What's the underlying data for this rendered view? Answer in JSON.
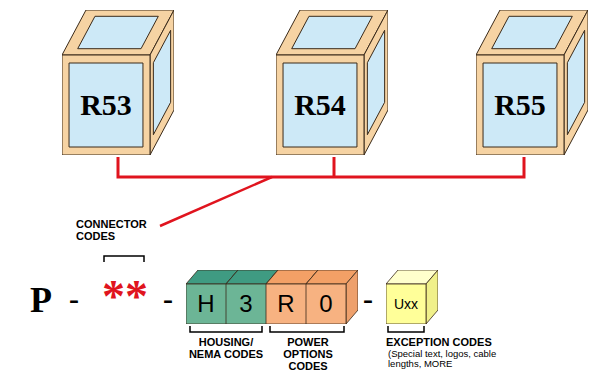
{
  "diagram": {
    "nodes": [
      {
        "text": [
          "R53"
        ]
      },
      {
        "text": [
          "R54"
        ]
      },
      {
        "text": [
          "R55"
        ]
      },
      {
        "text": [
          "H"
        ]
      },
      {
        "text": [
          "3"
        ]
      },
      {
        "text": [
          "R"
        ]
      },
      {
        "text": [
          "0"
        ]
      },
      {
        "text": [
          "Uxx"
        ]
      }
    ],
    "labels": [
      "CONNECTOR CODES",
      "P",
      "-",
      "**",
      "-",
      "HOUSING/ NEMA CODES",
      "POWER OPTIONS CODES",
      "-",
      "EXCEPTION CODES",
      "(Special text, logos, cable lengths, MORE"
    ]
  }
}
